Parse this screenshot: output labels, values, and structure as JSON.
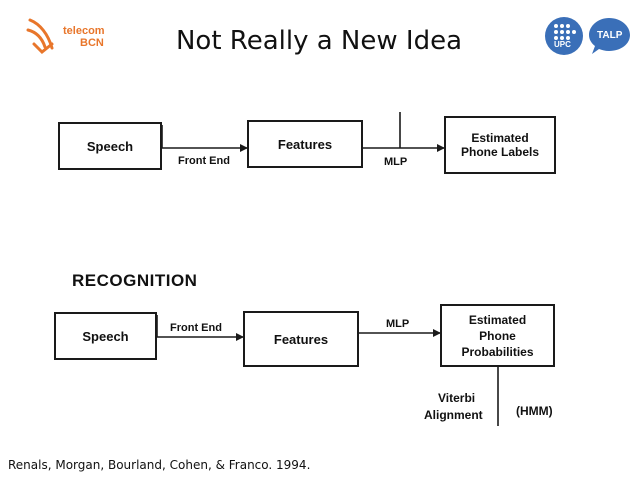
{
  "header": {
    "title": "Not Really a New Idea",
    "logo_left_line1": "telecom",
    "logo_left_line2": "BCN",
    "logo_upc": "UPC",
    "logo_talp": "TALP",
    "accent_orange": "#e8762b",
    "accent_blue": "#3a6fb8"
  },
  "diagram_top": {
    "speech": "Speech",
    "front_end": "Front End",
    "features": "Features",
    "mlp": "MLP",
    "output_line1": "Estimated",
    "output_line2": "Phone Labels"
  },
  "diagram_bottom": {
    "heading": "RECOGNITION",
    "speech": "Speech",
    "front_end": "Front End",
    "features": "Features",
    "mlp": "MLP",
    "output_line1": "Estimated",
    "output_line2": "Phone",
    "output_line3": "Probabilities",
    "viterbi_line1": "Viterbi",
    "viterbi_line2": "Alignment",
    "hmm": "(HMM)"
  },
  "citation": "Renals, Morgan, Bourland, Cohen, & Franco. 1994."
}
